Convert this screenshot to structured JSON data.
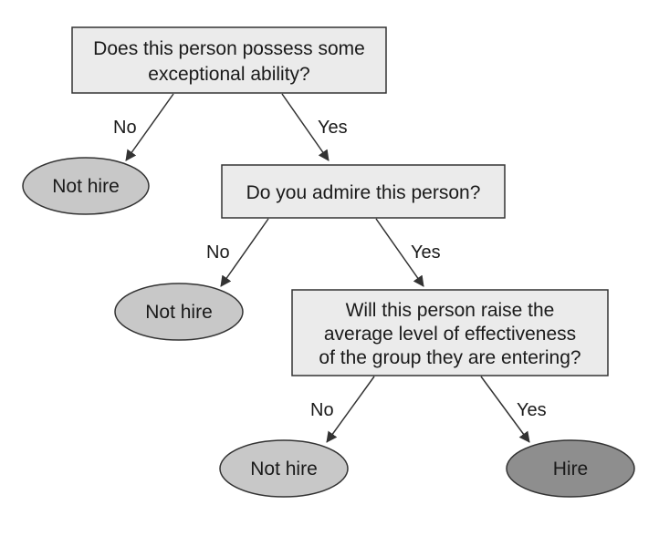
{
  "questions": {
    "q1": {
      "line1": "Does this person possess some",
      "line2": "exceptional ability?"
    },
    "q2": {
      "line1": "Do you admire this person?"
    },
    "q3": {
      "line1": "Will this person raise the",
      "line2": "average level of effectiveness",
      "line3": "of the group they are entering?"
    }
  },
  "outcomes": {
    "not_hire_1": "Not hire",
    "not_hire_2": "Not hire",
    "not_hire_3": "Not hire",
    "hire": "Hire"
  },
  "edges": {
    "q1_no": "No",
    "q1_yes": "Yes",
    "q2_no": "No",
    "q2_yes": "Yes",
    "q3_no": "No",
    "q3_yes": "Yes"
  },
  "colors": {
    "box_fill": "#ebebeb",
    "not_hire_fill": "#c8c8c8",
    "hire_fill": "#8e8e8e",
    "stroke": "#333333"
  }
}
